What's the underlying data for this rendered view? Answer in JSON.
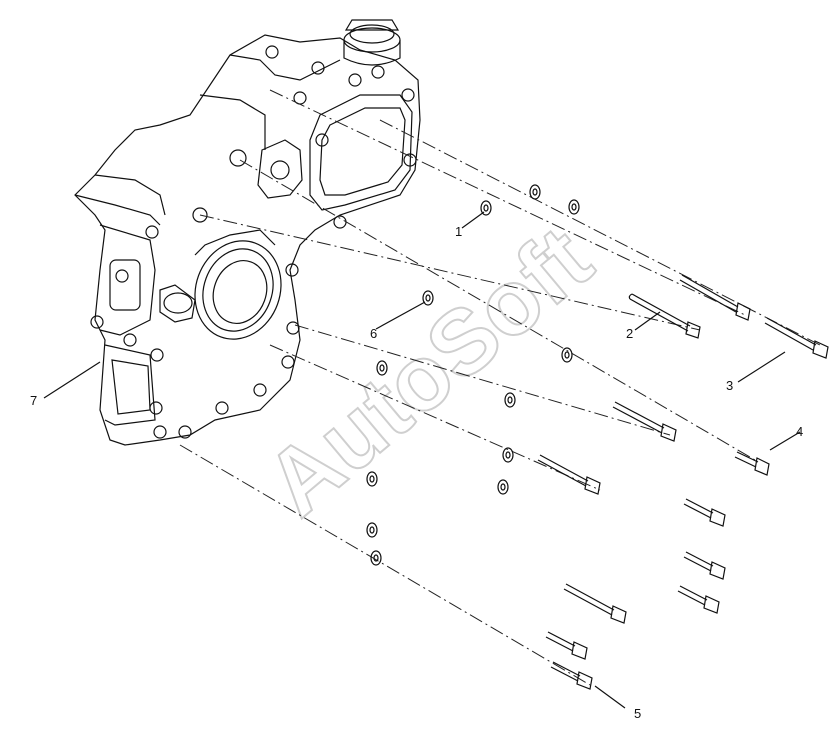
{
  "watermark": "AutoSoft",
  "callouts": [
    {
      "id": "c1",
      "text": "1"
    },
    {
      "id": "c2",
      "text": "2"
    },
    {
      "id": "c3",
      "text": "3"
    },
    {
      "id": "c4",
      "text": "4"
    },
    {
      "id": "c5",
      "text": "5"
    },
    {
      "id": "c6",
      "text": "6"
    },
    {
      "id": "c7",
      "text": "7"
    }
  ],
  "colors": {
    "line": "#111111",
    "watermark": "#cfcfcf",
    "background": "#ffffff"
  }
}
